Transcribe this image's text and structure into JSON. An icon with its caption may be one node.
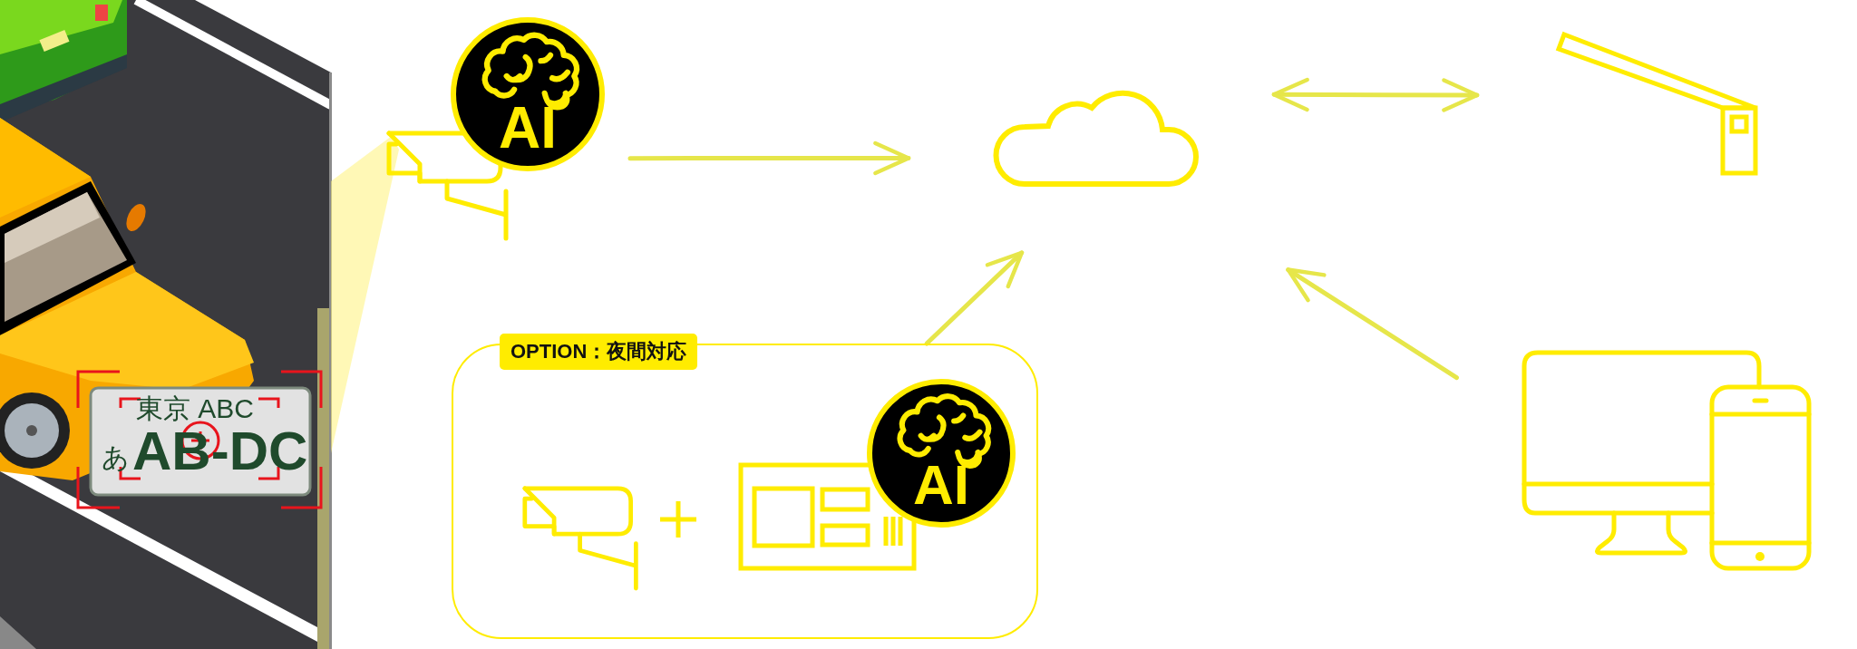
{
  "diagram": {
    "nodes": [
      {
        "text": [],
        "shape": "picture"
      },
      {
        "text": [],
        "shape": "cloud"
      },
      {
        "text": [],
        "shape": "picture"
      },
      {
        "text": [
          "OPTION：夜間対応"
        ]
      },
      {
        "text": [],
        "shape": "picture"
      }
    ],
    "edges": [
      {
        "from": 0,
        "to": 1,
        "arrow": "to"
      },
      {
        "from": 3,
        "to": 1,
        "arrow": "to"
      },
      {
        "from": 1,
        "to": 2,
        "arrow": "both"
      },
      {
        "from": 4,
        "to": 1,
        "arrow": "to"
      }
    ],
    "labels": [
      "AI",
      "東京 ABC",
      "あ",
      "AB-DC",
      "AI"
    ]
  }
}
